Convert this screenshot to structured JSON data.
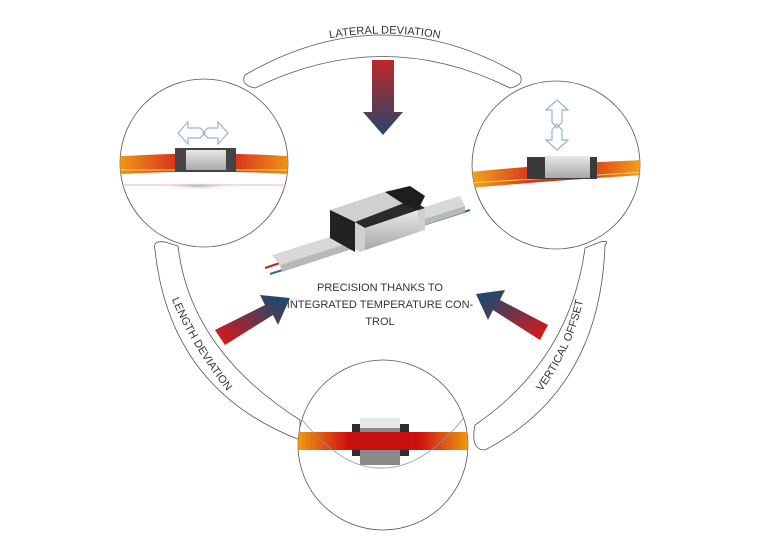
{
  "title": "Precision thanks to integrated temperature control",
  "labels": {
    "top": "LATERAL DEVIATION",
    "left": "LENGTH DEVIATION",
    "right": "VERTICAL OFFSET"
  },
  "center_text": [
    "PRECISION THANKS TO",
    "INTEGRATED TEMPERATURE CON-",
    "TROL"
  ],
  "colors": {
    "hot": "#c8161d",
    "cold": "#24476b",
    "rail_orange": "#f0a010",
    "outline": "#555555"
  },
  "insets": [
    {
      "name": "lateral-deviation-inset",
      "motion": "horizontal"
    },
    {
      "name": "vertical-offset-inset",
      "motion": "vertical"
    },
    {
      "name": "length-deviation-inset",
      "motion": "wave"
    }
  ]
}
